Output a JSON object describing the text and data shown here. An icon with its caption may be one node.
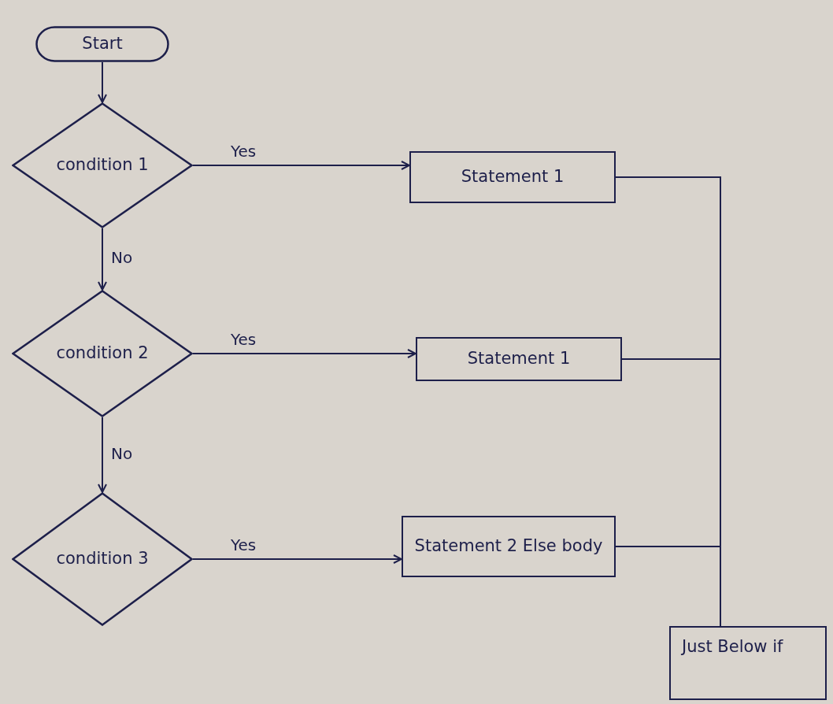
{
  "diagram": {
    "nodes": [
      {
        "text": [
          "Start"
        ]
      },
      {
        "text": [
          "condition 1"
        ]
      },
      {
        "text": [
          "Statement 1"
        ]
      },
      {
        "text": [
          "condition 2"
        ]
      },
      {
        "text": [
          "Statement 1"
        ]
      },
      {
        "text": [
          "condition 3"
        ]
      },
      {
        "text": [
          "Statement 2 Else body"
        ]
      },
      {
        "text": [
          "Just Below if"
        ]
      }
    ],
    "edges": [
      {
        "from": 0,
        "to": 1,
        "arrow": "to"
      },
      {
        "from": 1,
        "to": 2,
        "arrow": "to",
        "label": "Yes"
      },
      {
        "from": 1,
        "to": 3,
        "arrow": "to",
        "label": "No"
      },
      {
        "from": 3,
        "to": 4,
        "arrow": "to",
        "label": "Yes"
      },
      {
        "from": 3,
        "to": 5,
        "arrow": "to",
        "label": "No"
      },
      {
        "from": 5,
        "to": 6,
        "arrow": "to",
        "label": "Yes"
      },
      {
        "from": 2,
        "to": 7,
        "arrow": "none"
      },
      {
        "from": 4,
        "to": 7,
        "arrow": "none"
      },
      {
        "from": 6,
        "to": 7,
        "arrow": "none"
      }
    ]
  }
}
